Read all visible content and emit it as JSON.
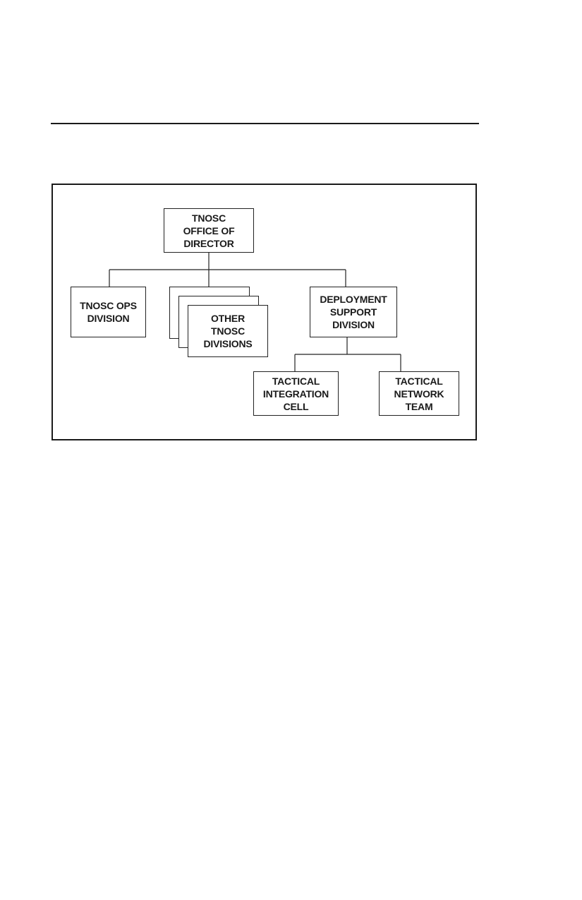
{
  "chart": {
    "nodes": {
      "director": "TNOSC\nOFFICE OF\nDIRECTOR",
      "ops_division": "TNOSC OPS\nDIVISION",
      "other_divisions": "OTHER\nTNOSC\nDIVISIONS",
      "deployment_support": "DEPLOYMENT\nSUPPORT\nDIVISION",
      "tactical_integration": "TACTICAL\nINTEGRATION\nCELL",
      "tactical_network": "TACTICAL\nNETWORK\nTEAM"
    }
  }
}
